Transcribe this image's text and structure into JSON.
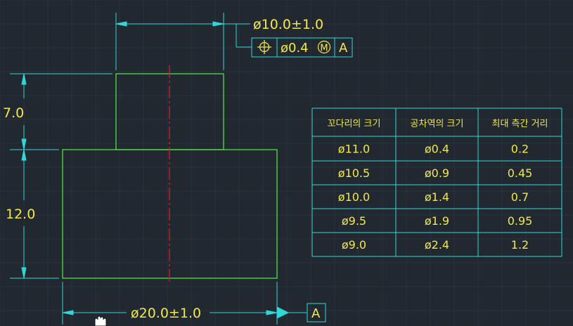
{
  "dimensions": {
    "top_diameter": "ø10.0±1.0",
    "bottom_diameter": "ø20.0±1.0",
    "upper_height": "7.0",
    "lower_height": "12.0"
  },
  "feature_control_frame": {
    "symbol_icon": "position-icon",
    "tolerance": "ø0.4",
    "modifier": "M",
    "datum": "A"
  },
  "datum_label": "A",
  "tolerance_table": {
    "headers": [
      "꼬다리의 크기",
      "공차역의 크기",
      "최대 측간 거리"
    ],
    "rows": [
      [
        "ø11.0",
        "ø0.4",
        "0.2"
      ],
      [
        "ø10.5",
        "ø0.9",
        "0.45"
      ],
      [
        "ø10.0",
        "ø1.4",
        "0.7"
      ],
      [
        "ø9.5",
        "ø1.9",
        "0.95"
      ],
      [
        "ø9.0",
        "ø2.4",
        "1.2"
      ]
    ]
  },
  "colors": {
    "background": "#212830",
    "grid": "#2a323b",
    "outline": "#4fe04a",
    "dimension": "#2fd8d8",
    "centerline": "#d0202a",
    "text": "#f2e84a"
  }
}
